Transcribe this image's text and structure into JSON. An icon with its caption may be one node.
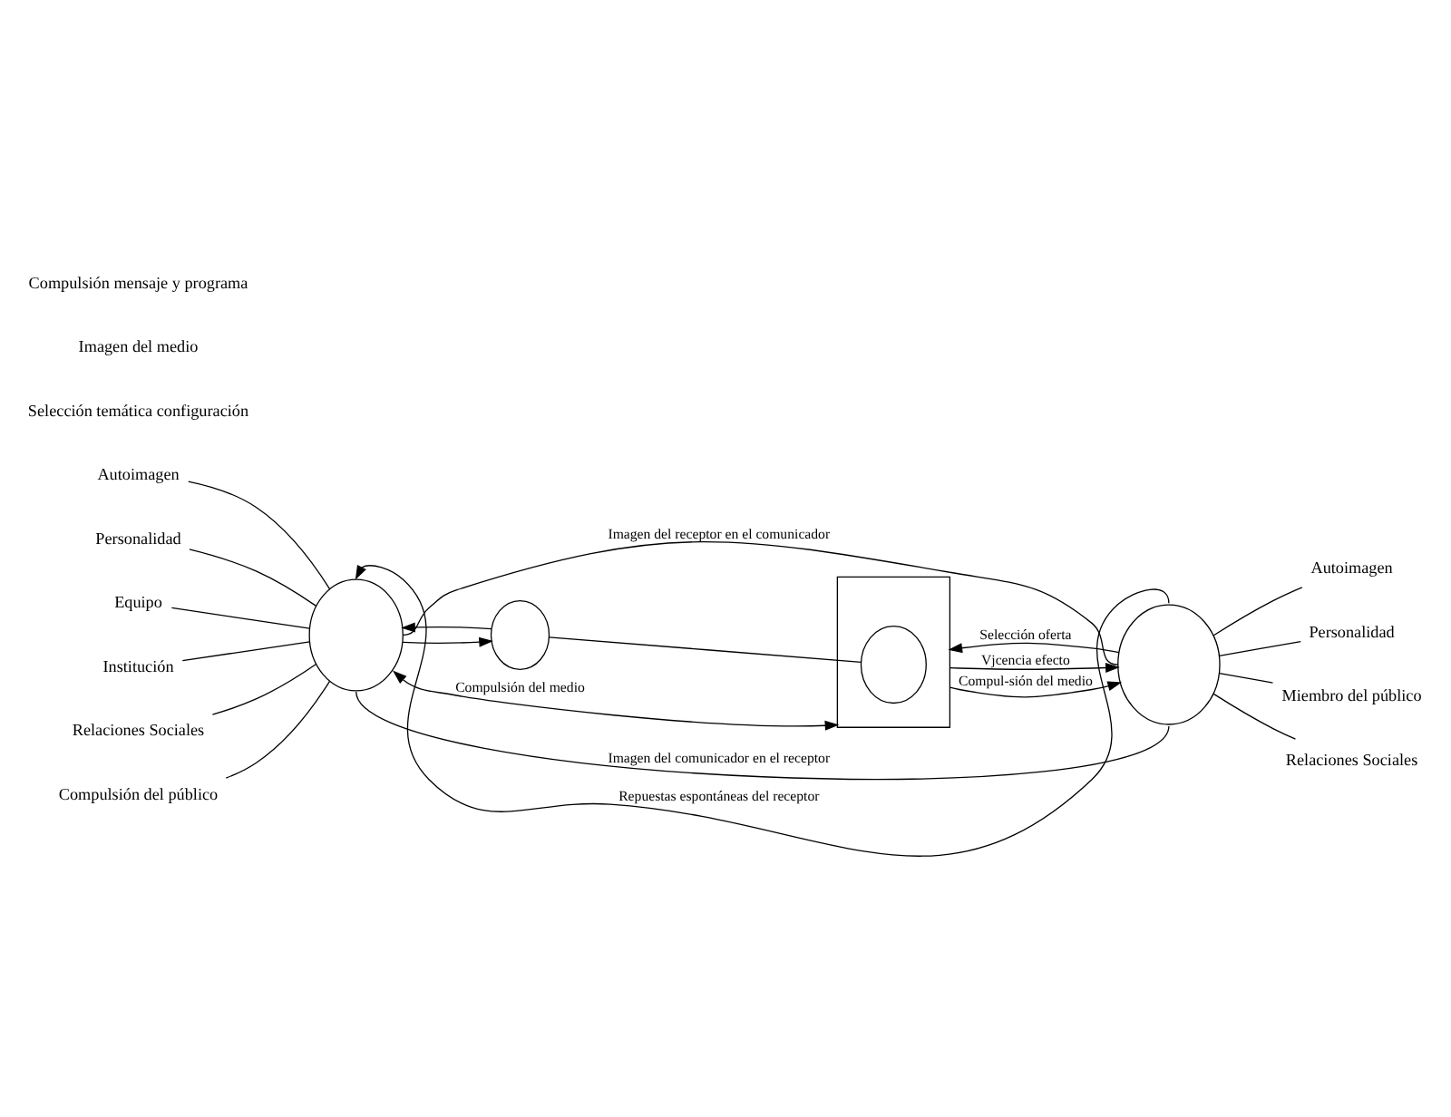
{
  "diagram": {
    "nodes": [
      {
        "text": [],
        "shape": "circle"
      },
      {
        "text": [],
        "shape": "circle"
      },
      {
        "text": [],
        "shape": "box"
      },
      {
        "text": [],
        "shape": "circle",
        "in": 2
      },
      {
        "text": [],
        "shape": "circle"
      },
      {
        "text": [
          "Autoimagen"
        ]
      },
      {
        "text": [
          "Personalidad"
        ]
      },
      {
        "text": [
          "Equipo"
        ]
      },
      {
        "text": [
          "Institución"
        ]
      },
      {
        "text": [
          "Relaciones Sociales"
        ]
      },
      {
        "text": [
          "Compulsión del público"
        ]
      },
      {
        "text": [
          "Autoimagen"
        ]
      },
      {
        "text": [
          "Personalidad"
        ]
      },
      {
        "text": [
          "Miembro del público"
        ]
      },
      {
        "text": [
          "Relaciones Sociales"
        ]
      }
    ],
    "edges": [
      {
        "from": 4,
        "to": 0,
        "arrow": "to",
        "label": "Repuestas espontáneas del receptor"
      },
      {
        "from": 5,
        "to": 0,
        "arrow": "none"
      },
      {
        "from": 6,
        "to": 0,
        "arrow": "none"
      },
      {
        "from": 7,
        "to": 0,
        "arrow": "none"
      },
      {
        "from": 8,
        "to": 0,
        "arrow": "none"
      },
      {
        "from": 9,
        "to": 0,
        "arrow": "none"
      },
      {
        "from": 10,
        "to": 0,
        "arrow": "none"
      },
      {
        "from": 0,
        "to": 1,
        "arrow": "to"
      },
      {
        "from": 1,
        "to": 0,
        "arrow": "to"
      },
      {
        "from": 1,
        "to": 3,
        "arrow": "none"
      },
      {
        "from": 4,
        "to": 2,
        "arrow": "to",
        "label": "Selección oferta"
      },
      {
        "from": 2,
        "to": 4,
        "arrow": "to",
        "label": "Vjcencia efecto"
      },
      {
        "from": 2,
        "to": 4,
        "arrow": "to",
        "label": "Compul-sión del medio"
      },
      {
        "from": 2,
        "to": 0,
        "arrow": "both",
        "label": "Compulsión del medio"
      },
      {
        "from": 0,
        "to": 4,
        "arrow": "none",
        "label": "Imagen del receptor en el comunicador"
      },
      {
        "from": 0,
        "to": 4,
        "arrow": "none",
        "label": "Imagen del comunicador en el receptor"
      },
      {
        "from": 11,
        "to": 4,
        "arrow": "none"
      },
      {
        "from": 12,
        "to": 4,
        "arrow": "none"
      },
      {
        "from": 13,
        "to": 4,
        "arrow": "none"
      },
      {
        "from": 14,
        "to": 4,
        "arrow": "none"
      }
    ],
    "labels": [
      "Selección temática configuración",
      "Imagen del medio",
      "Compulsión mensaje y programa"
    ]
  }
}
